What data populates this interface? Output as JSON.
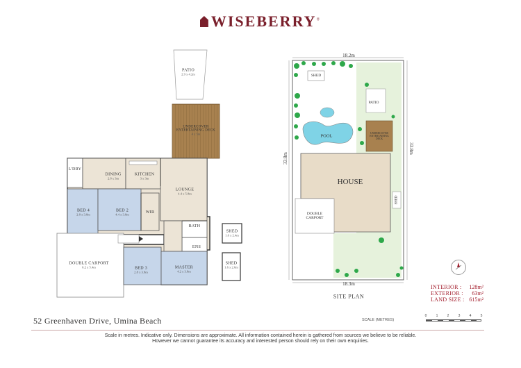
{
  "brand": {
    "name": "WISEBERRY",
    "mark": "®"
  },
  "floor_plan": {
    "rooms": [
      {
        "name": "PATIO",
        "dims": "2.9 x 4.2m"
      },
      {
        "name": "UNDERCOVER ENTERTAINING DECK",
        "dims": "4 x 5m"
      },
      {
        "name": "L'DRY",
        "dims": ""
      },
      {
        "name": "DINING",
        "dims": "2.8 x 3m"
      },
      {
        "name": "KITCHEN",
        "dims": "3 x 3m"
      },
      {
        "name": "LOUNGE",
        "dims": "4.4 x 5.8m"
      },
      {
        "name": "BED 4",
        "dims": "2.8 x 3.8m"
      },
      {
        "name": "BED 2",
        "dims": "4.4 x 3.8m"
      },
      {
        "name": "WIR",
        "dims": ""
      },
      {
        "name": "BATH",
        "dims": ""
      },
      {
        "name": "ENS",
        "dims": ""
      },
      {
        "name": "DOUBLE CARPORT",
        "dims": "6.2 x 5.4m"
      },
      {
        "name": "BED 3",
        "dims": "2.8 x 3.8m"
      },
      {
        "name": "MASTER",
        "dims": "4.2 x 3.8m"
      },
      {
        "name": "SHED",
        "dims": "1.6 x 2.4m"
      },
      {
        "name": "SHED",
        "dims": "1.6 x 2.6m"
      }
    ]
  },
  "site_plan": {
    "title": "SITE PLAN",
    "dim_top": "18.2m",
    "dim_bottom": "18.3m",
    "dim_left": "33.8m",
    "dim_right": "33.8m",
    "labels": {
      "shed_top": "SHED",
      "patio": "PATIO",
      "pool": "POOL",
      "deck": "UNDERCOVER ENTERTAINING DECK",
      "house": "HOUSE",
      "carport": "DOUBLE CARPORT",
      "shed_side": "SHED"
    }
  },
  "areas": [
    {
      "label": "INTERIOR :",
      "value": "128m²"
    },
    {
      "label": "EXTERIOR :",
      "value": "63m²"
    },
    {
      "label": "LAND SIZE :",
      "value": "615m²"
    }
  ],
  "address": "52 Greenhaven Drive, Umina Beach",
  "scale": {
    "label": "SCALE (METRES)",
    "ticks": [
      "0",
      "1",
      "2",
      "3",
      "4",
      "5"
    ]
  },
  "disclaimer": "Scale in metres. Indicative only. Dimensions are approximate. All information contained herein is gathered from sources we believe to be reliable. However we cannot guarantee its accuracy and interested person should rely on their own enquiries.",
  "colors": {
    "brand": "#7a1f2b",
    "room_blue": "#c6d6ea",
    "floor_beige": "#ece4d6",
    "deck": "#a8814f",
    "tree": "#2ea84a",
    "pool": "#7fd3e6",
    "house_fill": "#e8dcc8",
    "lawn": "#e6f2dc"
  },
  "icons": [
    "compass-north-icon",
    "entry-arrow-icon",
    "wiseberry-logo-icon"
  ]
}
